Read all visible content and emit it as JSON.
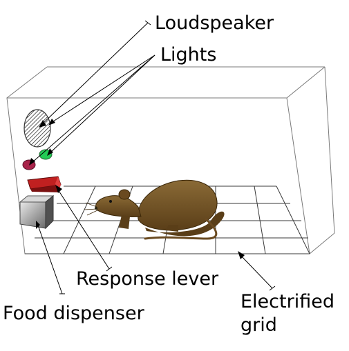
{
  "labels": {
    "loudspeaker": "Loudspeaker",
    "lights": "Lights",
    "response_lever": "Response lever",
    "food_dispenser": "Food dispenser",
    "electrified_line1": "Electrified",
    "electrified_line2": "grid"
  },
  "colors": {
    "green_light": "#22cc55",
    "red_light": "#a8234a",
    "lever": "#b01818",
    "dispenser": "#8a8a8a",
    "rat_fur": "#7a5a2a"
  },
  "icons": {
    "loudspeaker": "hatched-ellipse",
    "food_dispenser": "grey-cube",
    "rat": "rat-figure"
  }
}
